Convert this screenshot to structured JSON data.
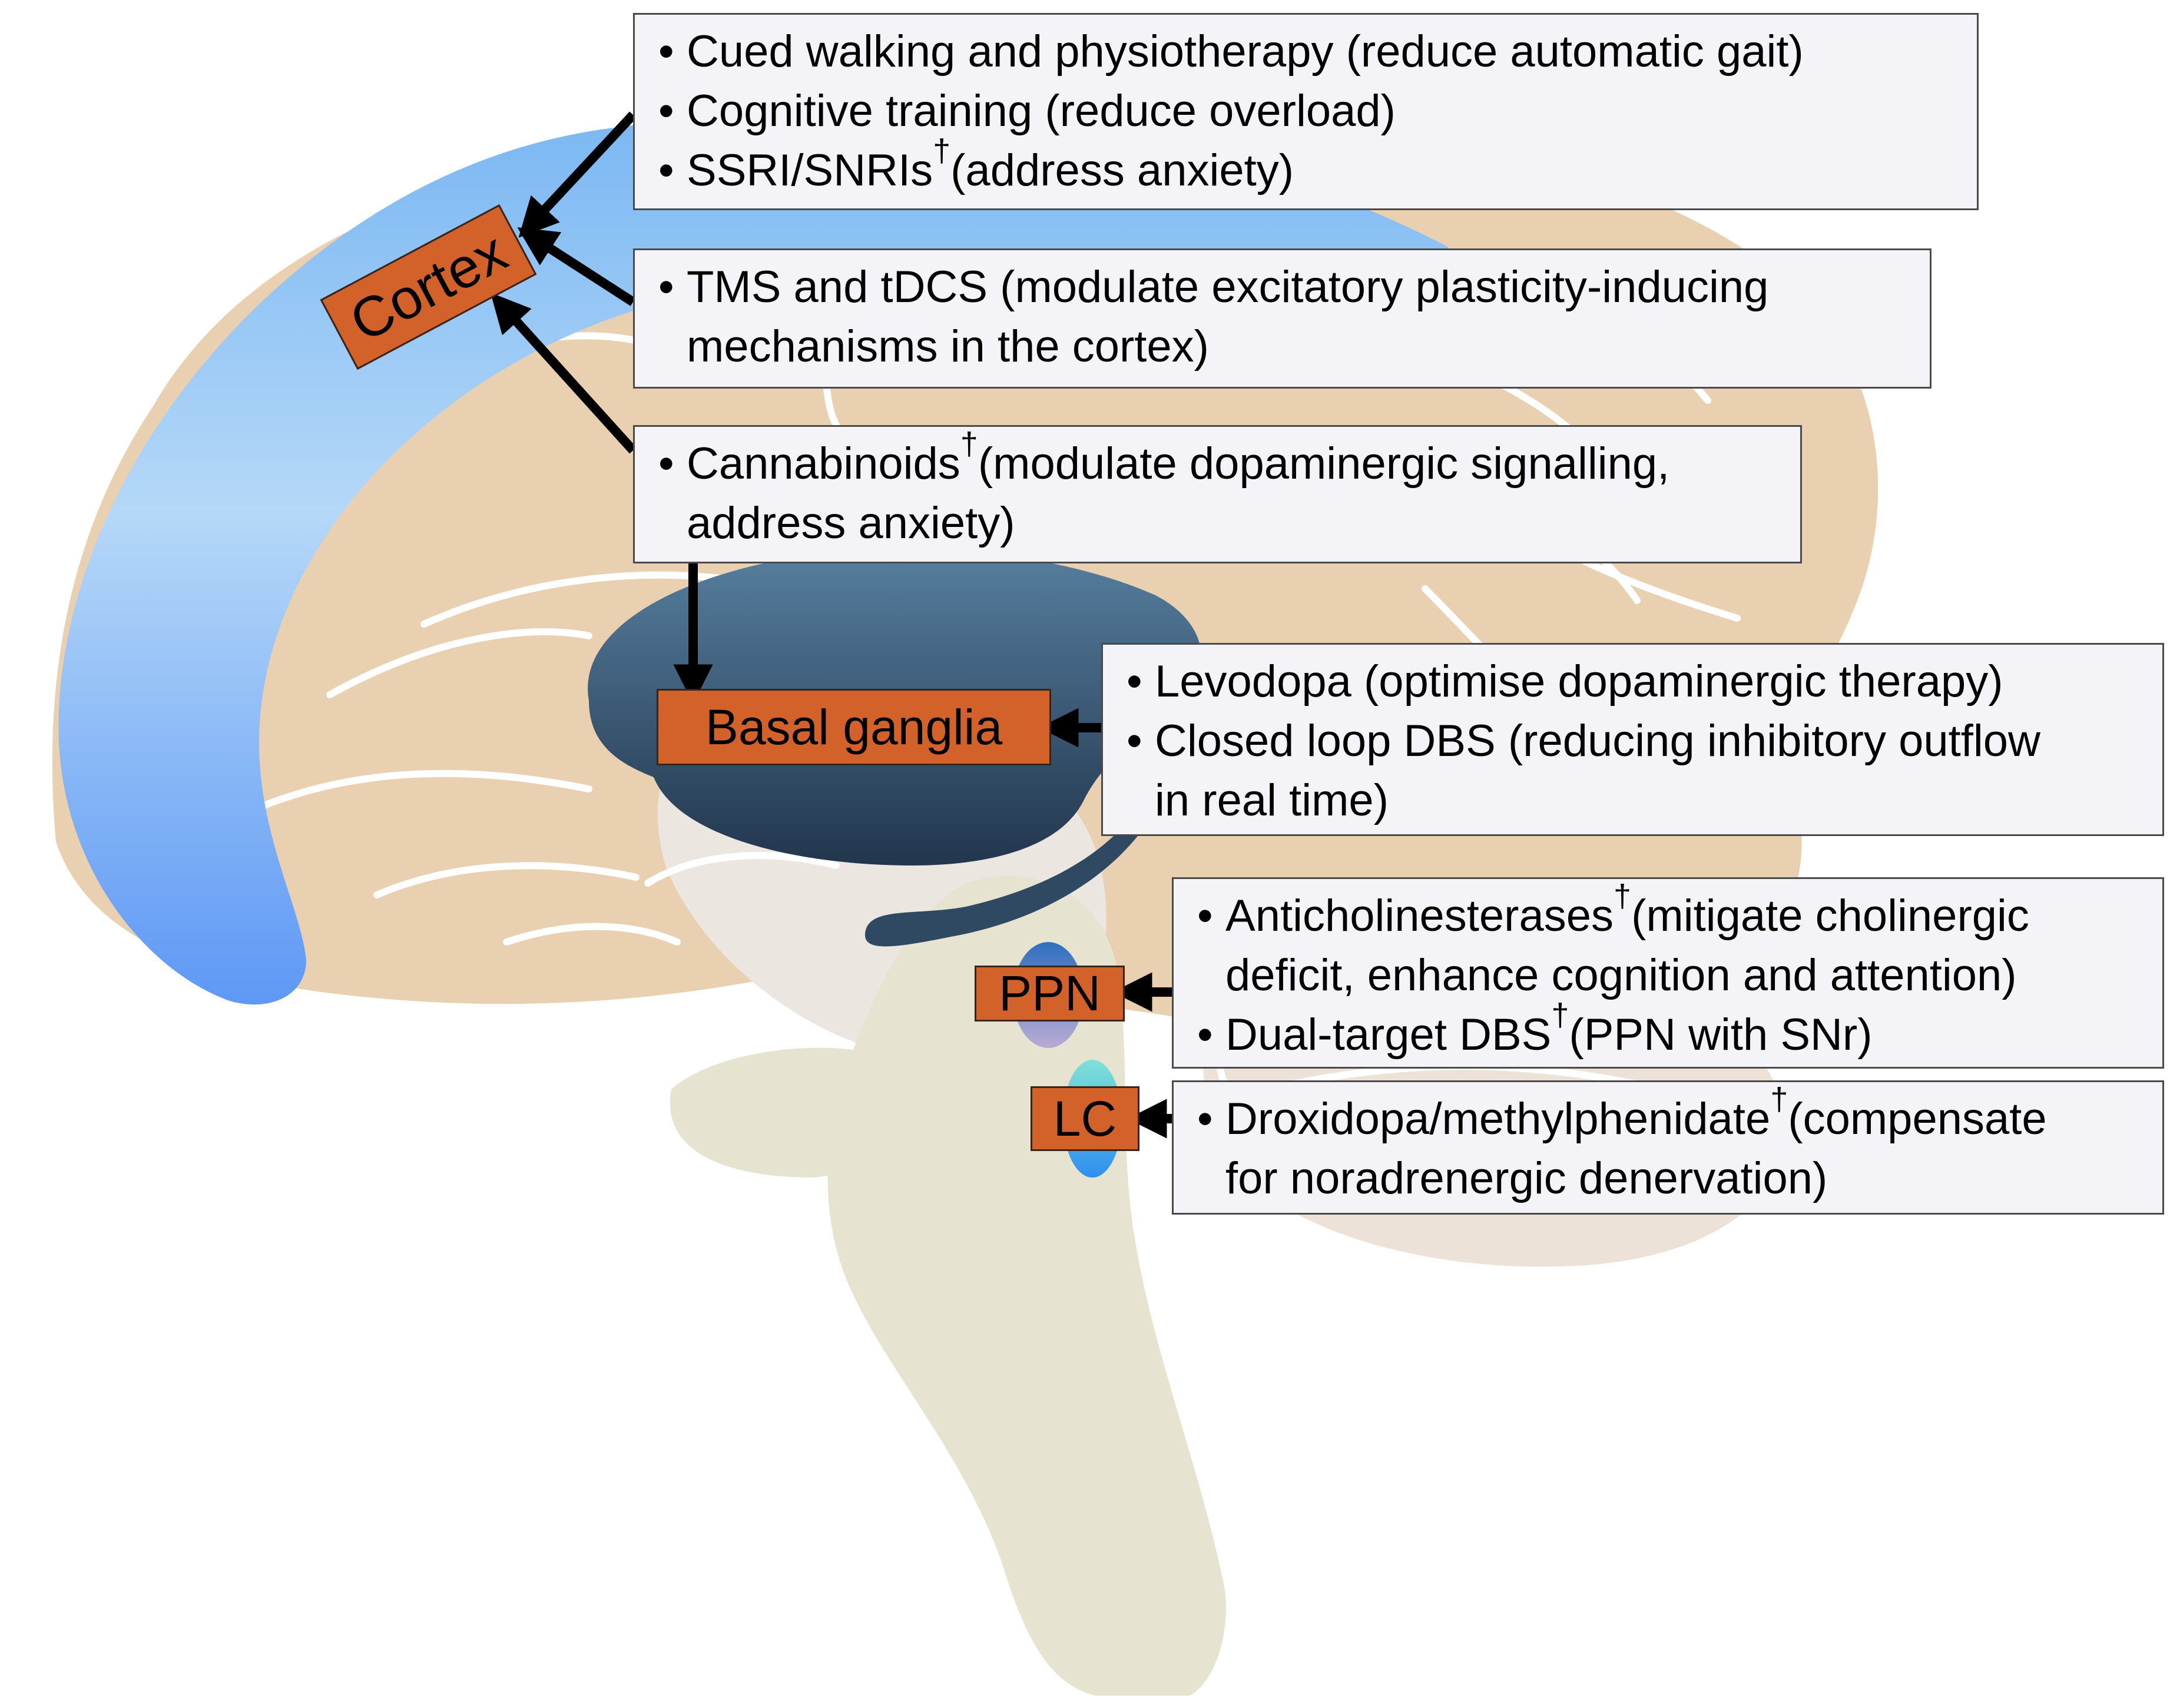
{
  "colors": {
    "brain_tan": "#e9d0b0",
    "cerebellum": "#ece2d8",
    "brainstem": "#e6e4d0",
    "cortex_blue_top": "#7ab7f2",
    "cortex_blue_bottom": "#5e98f5",
    "basal_ganglia_dark": "#2e4660",
    "label_orange": "#d2622a",
    "box_fill": "#f4f4f8",
    "arrow": "#000000"
  },
  "regions": {
    "cortex": "Cortex",
    "basal_ganglia": "Basal ganglia",
    "ppn": "PPN",
    "lc": "LC"
  },
  "boxes": {
    "cortex_therapies": {
      "items": [
        {
          "bullet": "•",
          "text": "Cued walking and physiotherapy (reduce automatic gait)"
        },
        {
          "bullet": "•",
          "text": "Cognitive training (reduce overload)"
        },
        {
          "bullet": "•",
          "text": "SSRI/SNRIs",
          "dagger": "†",
          "rest": "(address anxiety)"
        }
      ]
    },
    "cortex_stimulation": {
      "items": [
        {
          "bullet": "•",
          "text": "TMS and tDCS (modulate excitatory plasticity-inducing",
          "cont": "mechanisms in the cortex)"
        }
      ]
    },
    "cannabinoids": {
      "items": [
        {
          "bullet": "•",
          "text": "Cannabinoids",
          "dagger": "†",
          "rest": "(modulate dopaminergic signalling,",
          "cont": "address anxiety)"
        }
      ]
    },
    "basal_ganglia_therapies": {
      "items": [
        {
          "bullet": "•",
          "text": "Levodopa (optimise dopaminergic therapy)"
        },
        {
          "bullet": "•",
          "text": "Closed loop DBS (reducing inhibitory outflow",
          "cont": "in real time)"
        }
      ]
    },
    "ppn_therapies": {
      "items": [
        {
          "bullet": "•",
          "text": "Anticholinesterases",
          "dagger": "†",
          "rest": "(mitigate cholinergic",
          "cont": "deficit, enhance cognition and attention)"
        },
        {
          "bullet": "•",
          "text": "Dual-target DBS",
          "dagger": "†",
          "rest": "(PPN with SNr)"
        }
      ]
    },
    "lc_therapies": {
      "items": [
        {
          "bullet": "•",
          "text": "Droxidopa/methylphenidate",
          "dagger": "†",
          "rest": "(compensate",
          "cont": "for noradrenergic denervation)"
        }
      ]
    }
  }
}
